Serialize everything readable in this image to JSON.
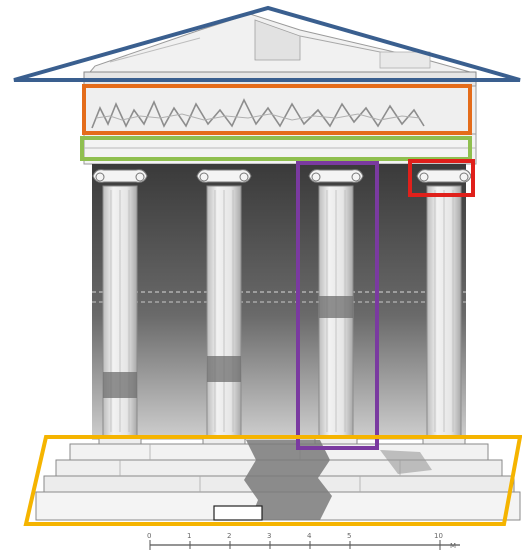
{
  "figure": {
    "subject": "ionic-temple-facade-elevation",
    "annotation_colors": {
      "pediment": "#3a5f8f",
      "frieze": "#e46c1a",
      "architrave": "#8fbf4f",
      "capital": "#e0201b",
      "column": "#7a3aa0",
      "stylobate": "#f5b400"
    },
    "scale_bar": {
      "ticks": [
        "0",
        "1",
        "2",
        "3",
        "4",
        "5",
        "10",
        "M"
      ]
    }
  }
}
